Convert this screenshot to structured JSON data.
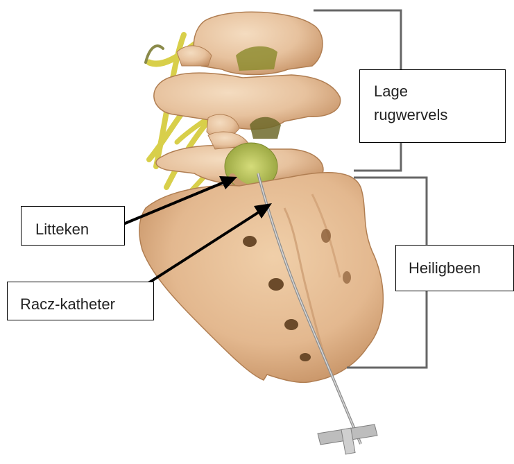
{
  "labels": {
    "lage_rugwervels": {
      "line1": "Lage",
      "line2": "rugwervels"
    },
    "heiligbeen": "Heiligbeen",
    "litteken": "Litteken",
    "racz_katheter": "Racz-katheter"
  },
  "colors": {
    "bone": "#e7c29e",
    "bone_shadow": "#c9986d",
    "nerve": "#d8cf4a",
    "scar": "#b9c55a",
    "bracket": "#666666",
    "arrow": "#000000",
    "catheter": "#a9a9a9"
  }
}
